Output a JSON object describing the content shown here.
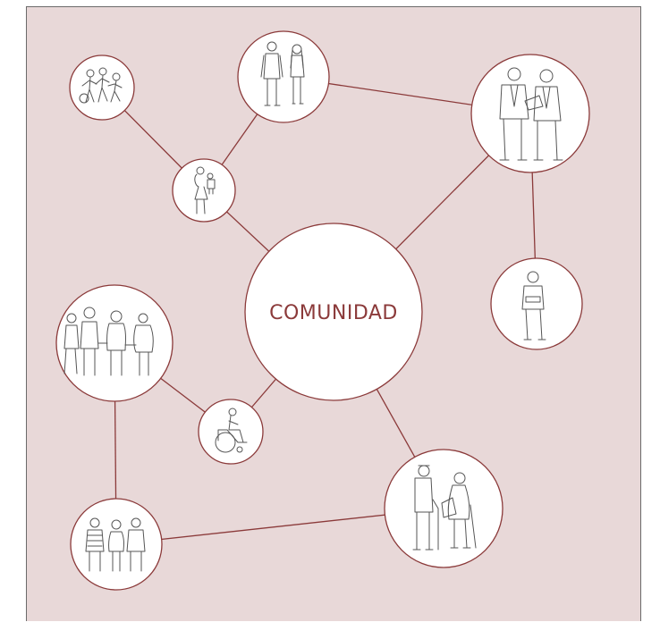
{
  "diagram": {
    "center_label": "COMUNIDAD",
    "colors": {
      "background": "#e8d8d8",
      "line": "#8b3a3a",
      "node_fill": "#ffffff",
      "figure_stroke": "#555555"
    },
    "nodes": [
      {
        "id": "center",
        "icon": "comunidad-center"
      },
      {
        "id": "children-playing",
        "icon": "children-playing-icon"
      },
      {
        "id": "young-couple",
        "icon": "young-couple-icon"
      },
      {
        "id": "business-men",
        "icon": "business-men-laptop-icon"
      },
      {
        "id": "mother-child",
        "icon": "mother-with-child-icon"
      },
      {
        "id": "man-reading",
        "icon": "man-reading-icon"
      },
      {
        "id": "group-walking",
        "icon": "group-walking-icon"
      },
      {
        "id": "wheelchair",
        "icon": "wheelchair-user-icon"
      },
      {
        "id": "elderly-couple",
        "icon": "elderly-couple-icon"
      },
      {
        "id": "three-people",
        "icon": "three-people-icon"
      }
    ],
    "edges": [
      [
        "children-playing",
        "mother-child"
      ],
      [
        "mother-child",
        "young-couple"
      ],
      [
        "mother-child",
        "center"
      ],
      [
        "young-couple",
        "business-men"
      ],
      [
        "business-men",
        "center"
      ],
      [
        "business-men",
        "man-reading"
      ],
      [
        "group-walking",
        "wheelchair"
      ],
      [
        "wheelchair",
        "center"
      ],
      [
        "group-walking",
        "three-people"
      ],
      [
        "center",
        "elderly-couple"
      ],
      [
        "three-people",
        "elderly-couple"
      ]
    ]
  }
}
